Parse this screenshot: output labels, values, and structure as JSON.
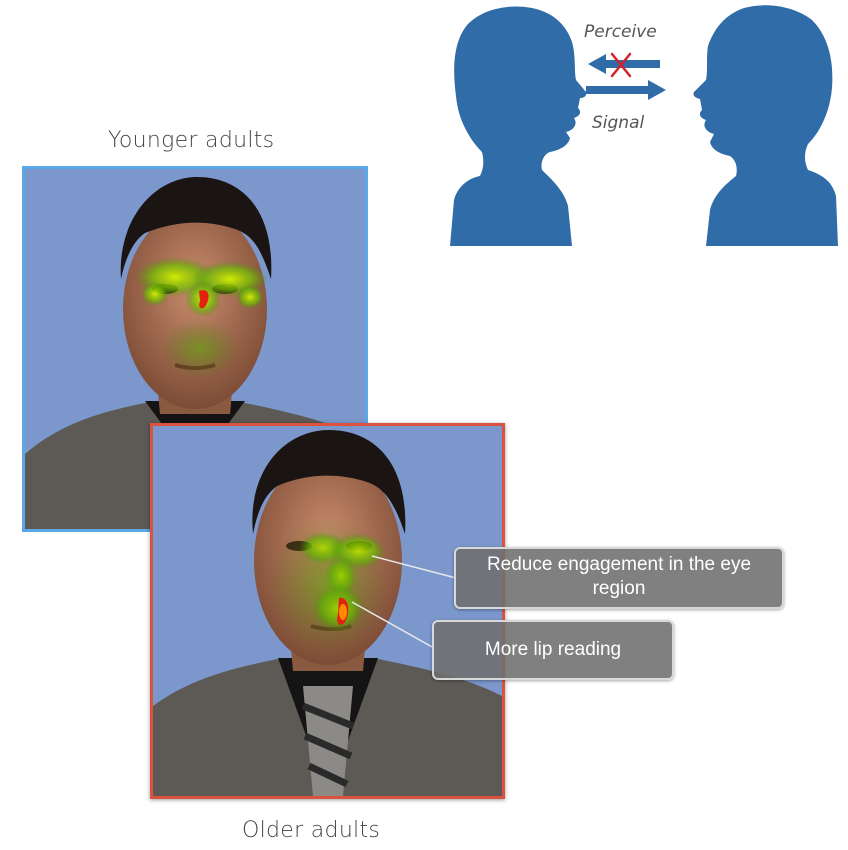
{
  "top_diagram": {
    "perceive_label": "Perceive",
    "signal_label": "Signal",
    "silhouette_color": "#2f6ca8",
    "blocked_marker_color": "#d0242a"
  },
  "younger_panel": {
    "caption": "Younger adults",
    "border_color": "#5aa8e8"
  },
  "older_panel": {
    "caption": "Older adults",
    "border_color": "#d9533e"
  },
  "callouts": {
    "eye_region": "Reduce engagement in the eye region",
    "lip_reading": "More lip reading"
  }
}
